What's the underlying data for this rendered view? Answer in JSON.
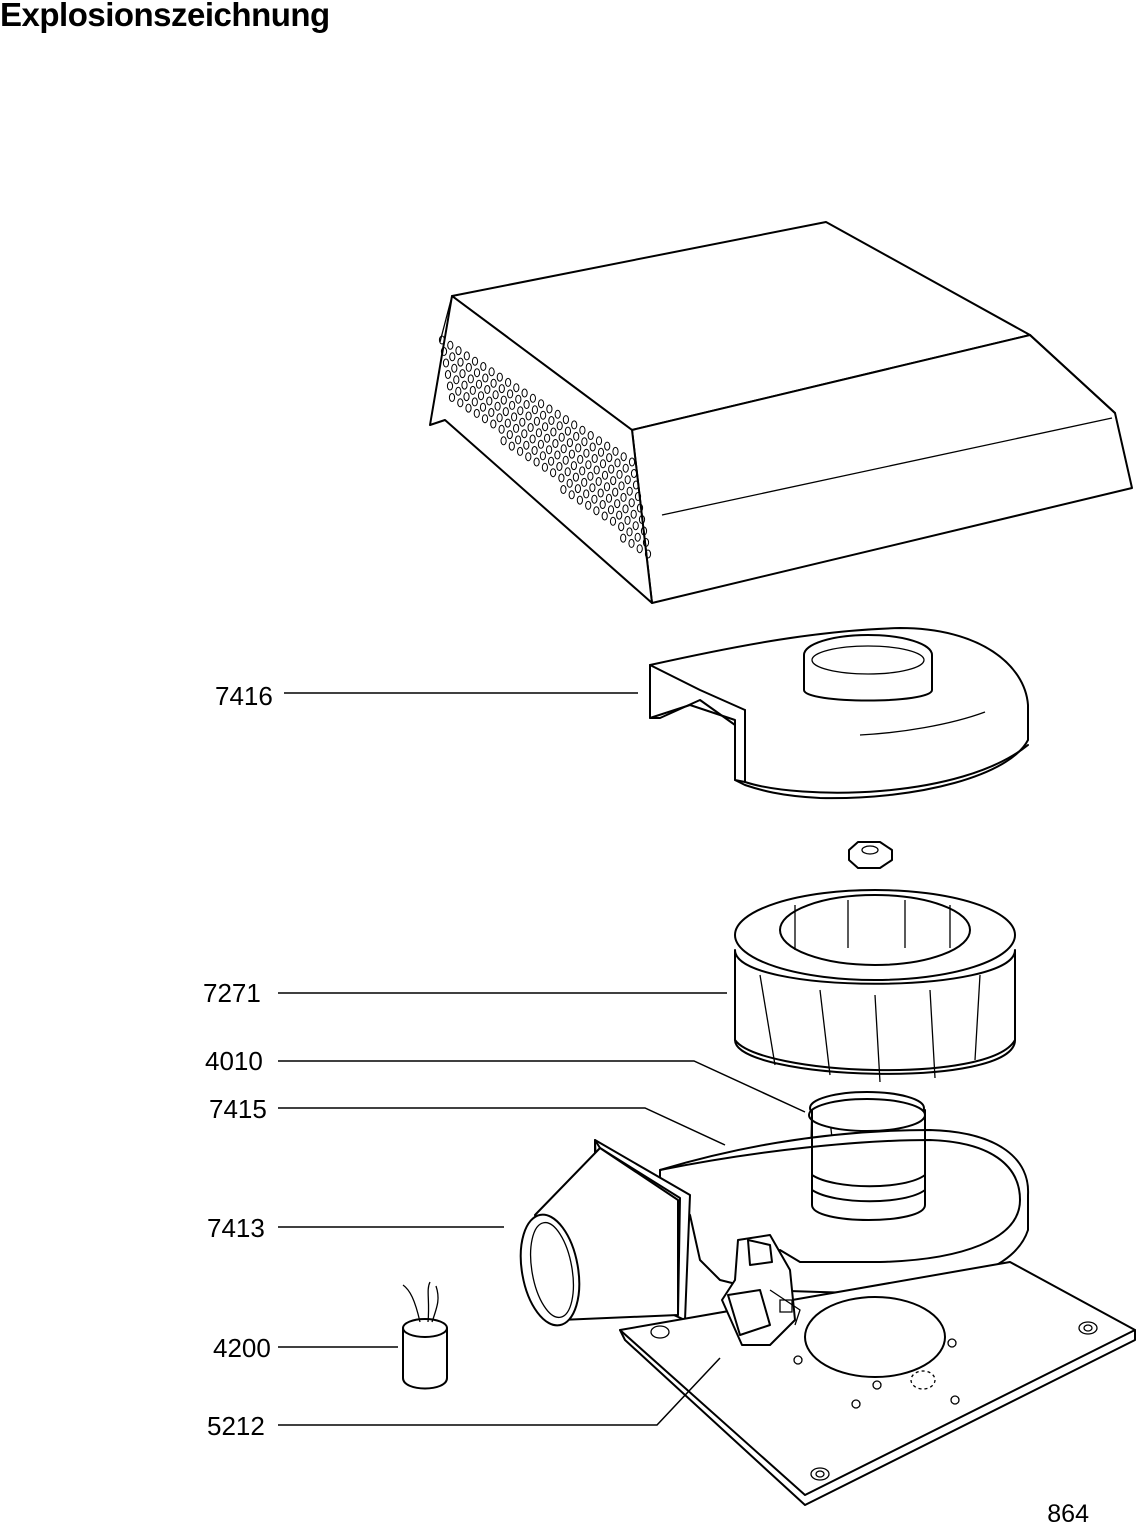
{
  "title": "Explosionszeichnung",
  "page_number": "864",
  "parts": [
    {
      "id": "7416"
    },
    {
      "id": "7271"
    },
    {
      "id": "4010"
    },
    {
      "id": "7415"
    },
    {
      "id": "7413"
    },
    {
      "id": "4200"
    },
    {
      "id": "5212"
    }
  ]
}
